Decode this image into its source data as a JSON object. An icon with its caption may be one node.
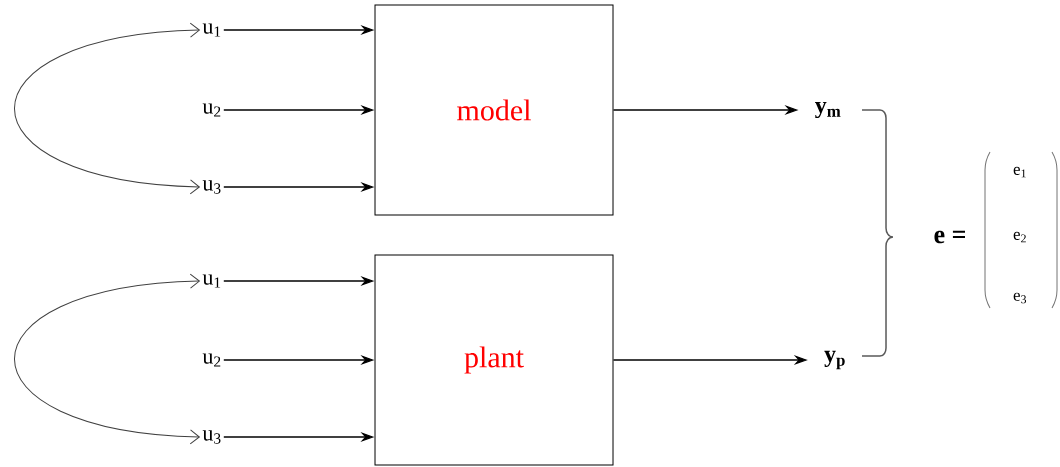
{
  "diagram": {
    "nodes": [
      {
        "text": [
          "model"
        ]
      },
      {
        "text": [
          "plant"
        ]
      },
      {
        "text": [
          "u$_{1}$"
        ]
      },
      {
        "text": [
          "u$_{2}$"
        ]
      },
      {
        "text": [
          "u$_{3}$"
        ]
      },
      {
        "text": [
          "u$_{1}$"
        ]
      },
      {
        "text": [
          "u$_{2}$"
        ]
      },
      {
        "text": [
          "u$_{3}$"
        ]
      },
      {
        "text": [
          "y$_{m}$"
        ]
      },
      {
        "text": [
          "y$_{p}$"
        ]
      }
    ],
    "edges": [
      {
        "from": 2,
        "to": 0,
        "arrow": "to"
      },
      {
        "from": 3,
        "to": 0,
        "arrow": "to"
      },
      {
        "from": 4,
        "to": 0,
        "arrow": "to"
      },
      {
        "from": 5,
        "to": 1,
        "arrow": "to"
      },
      {
        "from": 6,
        "to": 1,
        "arrow": "to"
      },
      {
        "from": 7,
        "to": 1,
        "arrow": "to"
      },
      {
        "from": 0,
        "to": 8,
        "arrow": "to"
      },
      {
        "from": 1,
        "to": 9,
        "arrow": "to"
      },
      {
        "from": 2,
        "to": 4,
        "arrow": "both"
      },
      {
        "from": 5,
        "to": 7,
        "arrow": "both"
      }
    ],
    "labels": [
      "e =",
      "e$_{1}$",
      "e$_{2}$",
      "e$_{3}$"
    ]
  }
}
